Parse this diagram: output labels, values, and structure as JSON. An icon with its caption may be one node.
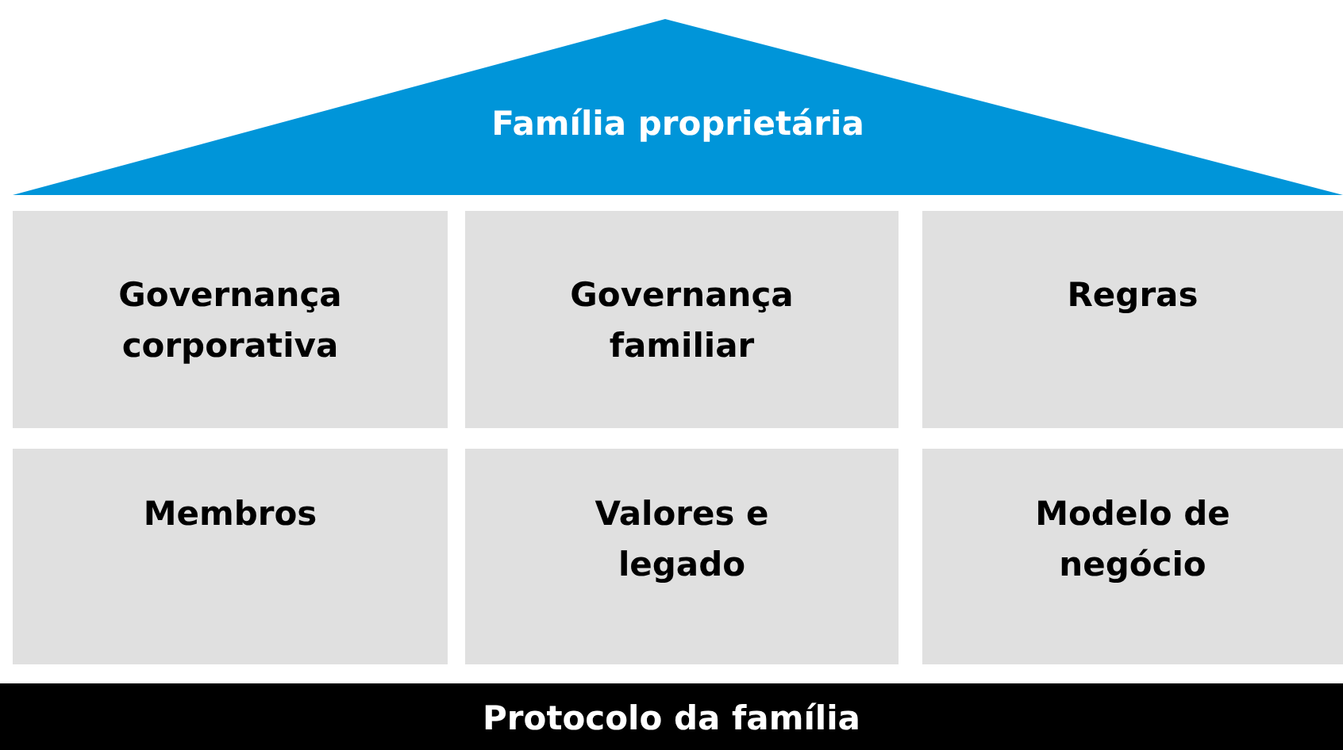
{
  "diagram": {
    "nodes": [
      {
        "text": [
          "Família proprietária"
        ]
      },
      {
        "text": [
          "Governança corporativa"
        ]
      },
      {
        "text": [
          "Governança familiar"
        ]
      },
      {
        "text": [
          "Regras"
        ]
      },
      {
        "text": [
          "Membros"
        ]
      },
      {
        "text": [
          "Valores e legado"
        ]
      },
      {
        "text": [
          "Modelo de negócio"
        ]
      },
      {
        "text": [
          "Protocolo da família"
        ]
      }
    ],
    "edges": []
  }
}
